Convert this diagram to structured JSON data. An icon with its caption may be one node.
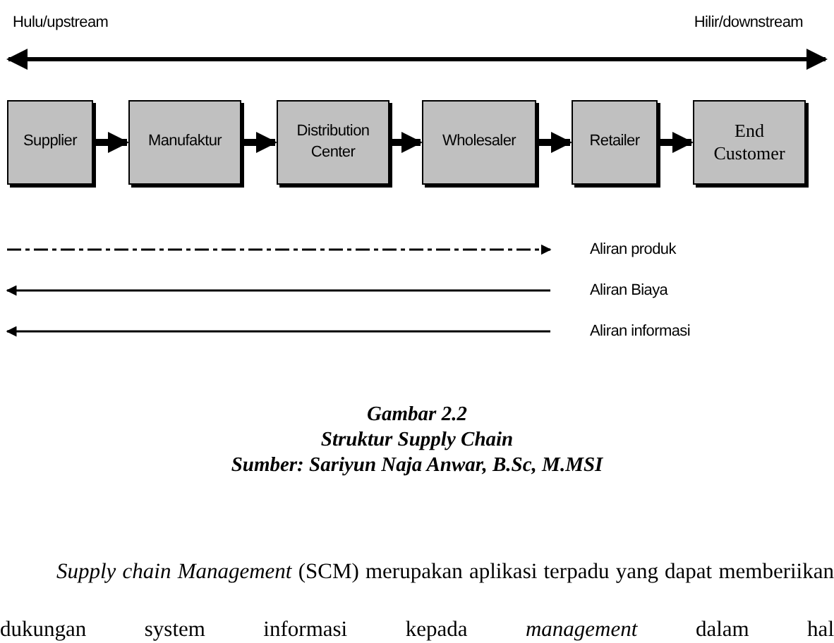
{
  "diagram": {
    "nodes": [
      {
        "text": [
          "Supplier"
        ]
      },
      {
        "text": [
          "Manufaktur"
        ]
      },
      {
        "text": [
          "Distribution Center"
        ]
      },
      {
        "text": [
          "Wholesaler"
        ]
      },
      {
        "text": [
          "Retailer"
        ]
      },
      {
        "text": [
          "End Customer"
        ]
      }
    ],
    "edges": [
      {
        "from": 0,
        "to": 1,
        "arrow": "to"
      },
      {
        "from": 1,
        "to": 2,
        "arrow": "to"
      },
      {
        "from": 2,
        "to": 3,
        "arrow": "to"
      },
      {
        "from": 3,
        "to": 4,
        "arrow": "to"
      },
      {
        "from": 4,
        "to": 5,
        "arrow": "to"
      }
    ],
    "labels": [
      "Hulu/upstream",
      "Hilir/downstream",
      "Gambar 2.2",
      "Struktur Supply Chain",
      "Sumber: Sariyun Naja Anwar, B.Sc, M.MSI",
      "*Supply chain Management* (SCM) merupakan aplikasi terpadu yang dapat memberiikan dukungan system informasi kepada *management* dalam hal"
    ],
    "legend": [
      {
        "text": "Aliran produk"
      },
      {
        "text": "Aliran Biaya"
      },
      {
        "text": "Aliran informasi"
      }
    ]
  }
}
